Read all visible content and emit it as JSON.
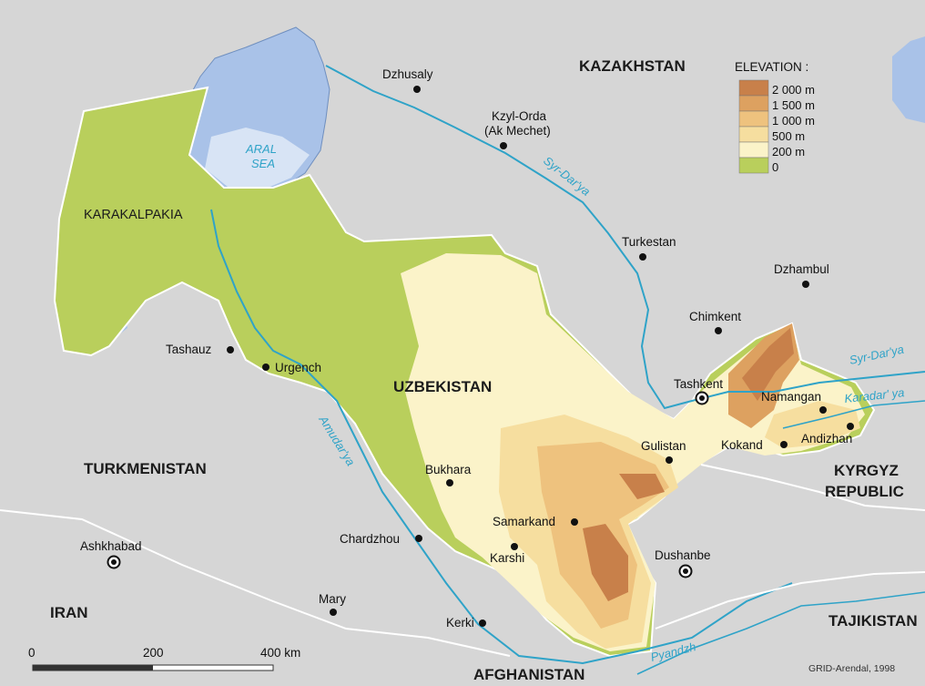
{
  "map": {
    "countries": {
      "kazakhstan": "KAZAKHSTAN",
      "uzbekistan": "UZBEKISTAN",
      "turkmenistan": "TURKMENISTAN",
      "kyrgyz_line1": "KYRGYZ",
      "kyrgyz_line2": "REPUBLIC",
      "tajikistan": "TAJIKISTAN",
      "afghanistan": "AFGHANISTAN",
      "iran": "IRAN"
    },
    "regions": {
      "karakalpakia": "KARAKALPAKIA"
    },
    "water": {
      "aral_line1": "ARAL",
      "aral_line2": "SEA",
      "syr_darya": "Syr-Dar'ya",
      "syr_darya_east": "Syr-Dar'ya",
      "karadarya": "Karadar' ya",
      "amudarya": "Amudar'ya",
      "pyandzh": "Pyandzh"
    },
    "cities": {
      "dzhusaly": "Dzhusaly",
      "kzylorda_line1": "Kzyl-Orda",
      "kzylorda_line2": "(Ak Mechet)",
      "turkestan": "Turkestan",
      "dzhambul": "Dzhambul",
      "chimkent": "Chimkent",
      "tashkent": "Tashkent",
      "namangan": "Namangan",
      "kokand": "Kokand",
      "andizhan": "Andizhan",
      "gulistan": "Gulistan",
      "tashauz": "Tashauz",
      "urgench": "Urgench",
      "bukhara": "Bukhara",
      "samarkand": "Samarkand",
      "karshi": "Karshi",
      "chardzhou": "Chardzhou",
      "dushanbe": "Dushanbe",
      "ashkhabad": "Ashkhabad",
      "mary": "Mary",
      "kerki": "Kerki"
    },
    "legend": {
      "title": "ELEVATION :",
      "levels": [
        "2 000 m",
        "1 500 m",
        "1 000 m",
        "500 m",
        "200 m",
        "0"
      ],
      "colors": [
        "#c8804a",
        "#dda160",
        "#eec27e",
        "#f6de9f",
        "#fbf3c9",
        "#b9cf5c"
      ]
    },
    "scale": {
      "start": "0",
      "mid": "200",
      "end": "400 km"
    },
    "credit": "GRID-Arendal, 1998"
  }
}
